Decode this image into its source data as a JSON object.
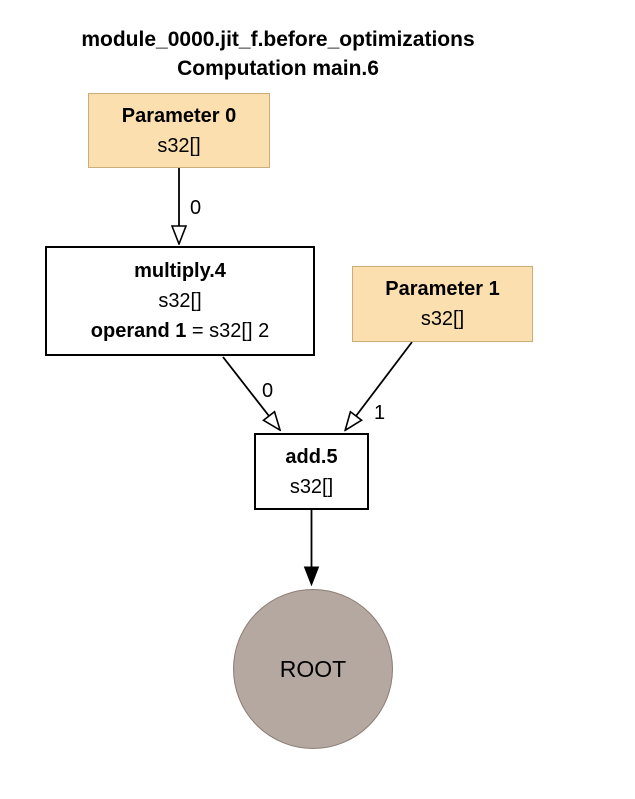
{
  "header": {
    "module_title": "module_0000.jit_f.before_optimizations",
    "computation_title": "Computation main.6"
  },
  "nodes": {
    "param0": {
      "title": "Parameter 0",
      "shape": "s32[]"
    },
    "param1": {
      "title": "Parameter 1",
      "shape": "s32[]"
    },
    "multiply": {
      "title": "multiply.4",
      "shape": "s32[]",
      "operand_label": "operand 1",
      "operand_rest": " = s32[] 2"
    },
    "add": {
      "title": "add.5",
      "shape": "s32[]"
    },
    "root": {
      "label": "ROOT"
    }
  },
  "edges": [
    {
      "from": "Parameter 0",
      "to": "multiply.4",
      "label": "0",
      "arrowhead": "open"
    },
    {
      "from": "multiply.4",
      "to": "add.5",
      "label": "0",
      "arrowhead": "open"
    },
    {
      "from": "Parameter 1",
      "to": "add.5",
      "label": "1",
      "arrowhead": "open"
    },
    {
      "from": "add.5",
      "to": "ROOT",
      "label": "",
      "arrowhead": "filled"
    }
  ],
  "colors": {
    "parameter_fill": "#fcdfaf",
    "parameter_border": "#c9ae7a",
    "op_fill": "#ffffff",
    "op_border": "#000000",
    "root_fill": "#b5a8a0",
    "root_border": "#8b7d74",
    "edge": "#000000",
    "text": "#000000",
    "background": "#ffffff"
  }
}
